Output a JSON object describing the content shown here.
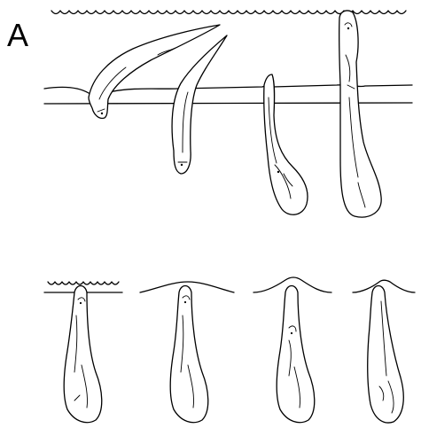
{
  "figure": {
    "panel_label": "A",
    "colors": {
      "line": "#000000",
      "background": "#ffffff"
    },
    "top_sequence": {
      "stages": [
        "eel-diving-into-sediment",
        "eel-entering-sediment",
        "eel-in-burrow-tail-curled",
        "eel-head-out-tail-curled"
      ]
    },
    "bottom_sequence": {
      "stages": [
        "burrow-under-water",
        "burrow-low-mound",
        "burrow-raised-mound",
        "burrow-peaked-mound"
      ]
    }
  }
}
